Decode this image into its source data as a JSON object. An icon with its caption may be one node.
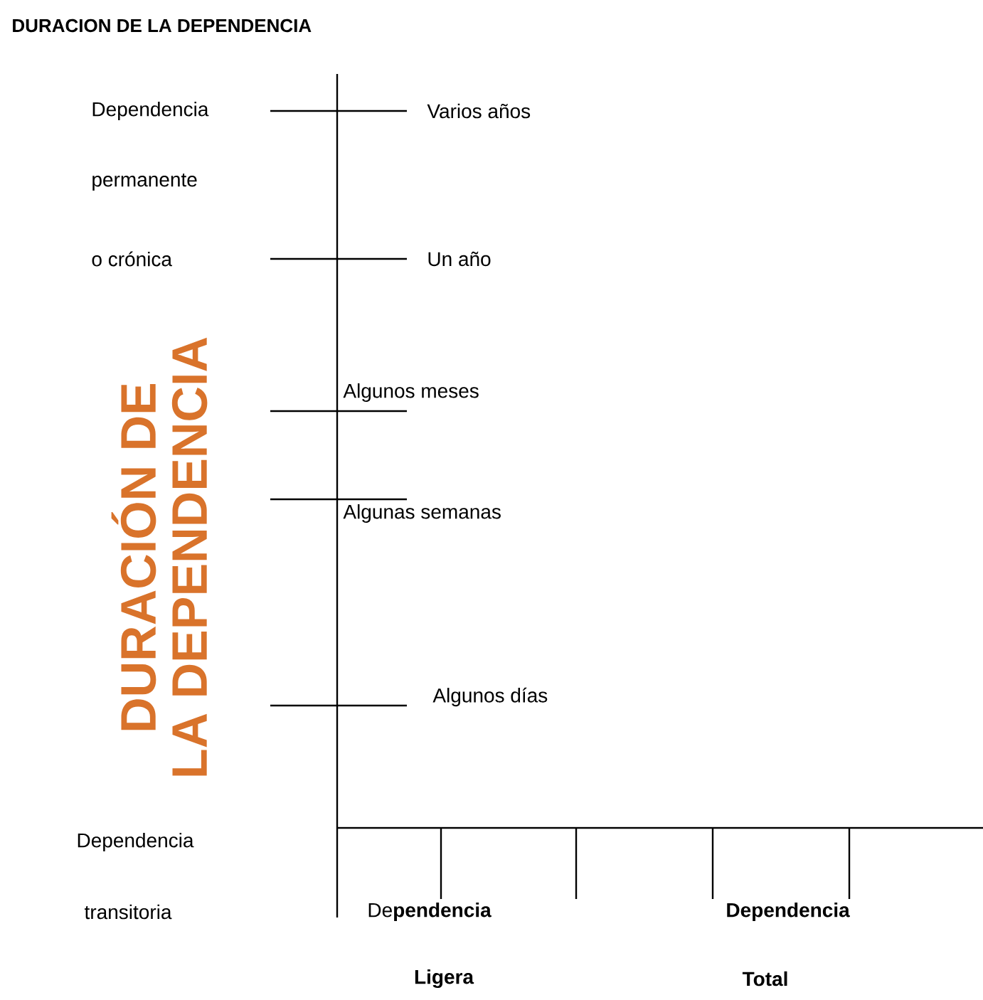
{
  "diagram": {
    "title": "DURACION DE LA DEPENDENCIA",
    "labels": [
      "Dependencia",
      "Varios años",
      "permanente",
      "o crónica",
      "Un año",
      "DURACIÓN DE LA DEPENDENCIA",
      "Algunos meses",
      "Algunas semanas",
      "Algunos días",
      "Dependencia",
      "transitoria",
      "De**pendencia**",
      "Dependencia",
      "Ligera",
      "Total"
    ]
  }
}
